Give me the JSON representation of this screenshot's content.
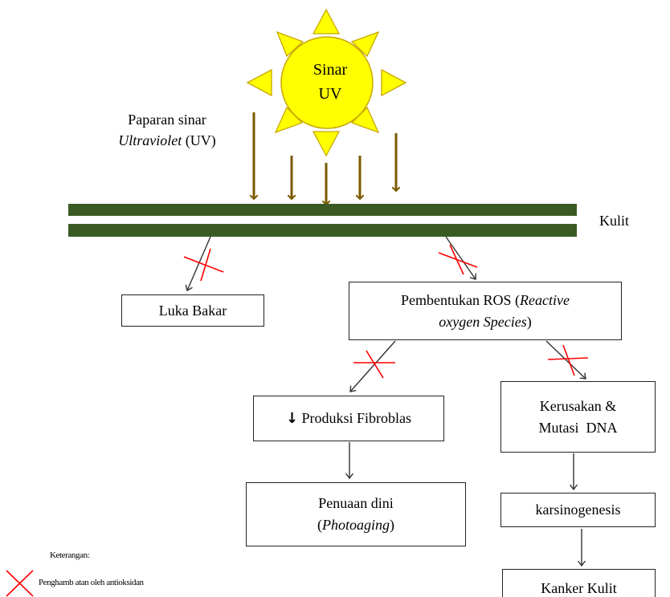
{
  "sun": {
    "line1": "Sinar",
    "line2": "UV",
    "fill": "#ffff00",
    "stroke": "#c9a800"
  },
  "exposure": {
    "line1": "Paparan sinar",
    "line2_italic": "Ultraviolet",
    "line2_rest": " (UV)"
  },
  "skin": {
    "label": "Kulit",
    "color": "#3a5a24"
  },
  "nodes": {
    "burn": {
      "label": "Luka Bakar"
    },
    "ros": {
      "line1_prefix": "Pembentukan ROS (",
      "line1_italic": "Reactive",
      "line2_italic": "oxygen Species",
      "line2_suffix": ")"
    },
    "fibro": {
      "arrow_glyph": "↓",
      "label": " Produksi Fibroblas"
    },
    "aging": {
      "line1": "Penuaan dini",
      "line2_prefix": "(",
      "line2_italic": "Photoaging",
      "line2_suffix": ")"
    },
    "dna": {
      "line1": "Kerusakan &",
      "line2": "Mutasi  DNA"
    },
    "carcino": {
      "label": "karsinogenesis"
    },
    "cancer": {
      "label": "Kanker Kulit"
    }
  },
  "legend": {
    "title": "Keterangan:",
    "cross_label": "Penghamb atan oleh antioksidan",
    "cross_color": "#ff0000"
  },
  "colors": {
    "uv_arrow": "#7a5a00",
    "flow_arrow": "#333333"
  }
}
